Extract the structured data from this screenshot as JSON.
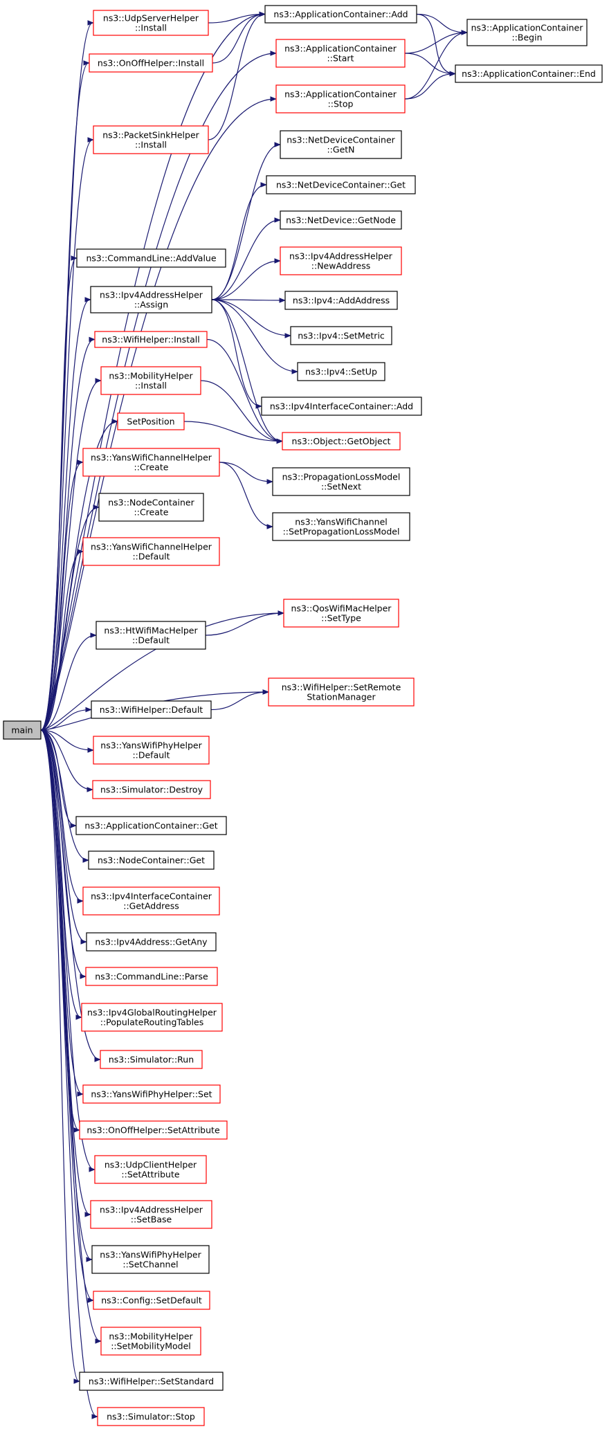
{
  "diagram": {
    "kind": "call graph",
    "colors": {
      "edge": "#191970",
      "box_border_black": "#000000",
      "box_border_red": "#ff0000",
      "root_fill": "#bfbfbf",
      "box_fill": "#ffffff"
    },
    "nodes": [
      {
        "id": "main",
        "lines": [
          "main"
        ],
        "border": "root"
      },
      {
        "id": "udpserver_install",
        "lines": [
          "ns3::UdpServerHelper",
          "::Install"
        ],
        "border": "red"
      },
      {
        "id": "onoff_install",
        "lines": [
          "ns3::OnOffHelper::Install"
        ],
        "border": "red"
      },
      {
        "id": "packetsink_install",
        "lines": [
          "ns3::PacketSinkHelper",
          "::Install"
        ],
        "border": "red"
      },
      {
        "id": "cmdline_addvalue",
        "lines": [
          "ns3::CommandLine::AddValue"
        ],
        "border": "black"
      },
      {
        "id": "ipv4addr_assign",
        "lines": [
          "ns3::Ipv4AddressHelper",
          "::Assign"
        ],
        "border": "black"
      },
      {
        "id": "wifihelper_install",
        "lines": [
          "ns3::WifiHelper::Install"
        ],
        "border": "red"
      },
      {
        "id": "mobility_install",
        "lines": [
          "ns3::MobilityHelper",
          "::Install"
        ],
        "border": "red"
      },
      {
        "id": "setposition",
        "lines": [
          "SetPosition"
        ],
        "border": "red"
      },
      {
        "id": "yanschan_create",
        "lines": [
          "ns3::YansWifiChannelHelper",
          "::Create"
        ],
        "border": "red"
      },
      {
        "id": "nodecont_create",
        "lines": [
          "ns3::NodeContainer",
          "::Create"
        ],
        "border": "black"
      },
      {
        "id": "yanschan_default",
        "lines": [
          "ns3::YansWifiChannelHelper",
          "::Default"
        ],
        "border": "red"
      },
      {
        "id": "htmac_default",
        "lines": [
          "ns3::HtWifiMacHelper",
          "::Default"
        ],
        "border": "black"
      },
      {
        "id": "wifihelper_default",
        "lines": [
          "ns3::WifiHelper::Default"
        ],
        "border": "black"
      },
      {
        "id": "yansphy_default",
        "lines": [
          "ns3::YansWifiPhyHelper",
          "::Default"
        ],
        "border": "red"
      },
      {
        "id": "sim_destroy",
        "lines": [
          "ns3::Simulator::Destroy"
        ],
        "border": "red"
      },
      {
        "id": "appcont_get",
        "lines": [
          "ns3::ApplicationContainer::Get"
        ],
        "border": "black"
      },
      {
        "id": "nodecont_get",
        "lines": [
          "ns3::NodeContainer::Get"
        ],
        "border": "black"
      },
      {
        "id": "ipv4ic_getaddress",
        "lines": [
          "ns3::Ipv4InterfaceContainer",
          "::GetAddress"
        ],
        "border": "red"
      },
      {
        "id": "ipv4addr_getany",
        "lines": [
          "ns3::Ipv4Address::GetAny"
        ],
        "border": "black"
      },
      {
        "id": "cmdline_parse",
        "lines": [
          "ns3::CommandLine::Parse"
        ],
        "border": "red"
      },
      {
        "id": "ipv4grh_populate",
        "lines": [
          "ns3::Ipv4GlobalRoutingHelper",
          "::PopulateRoutingTables"
        ],
        "border": "red"
      },
      {
        "id": "sim_run",
        "lines": [
          "ns3::Simulator::Run"
        ],
        "border": "red"
      },
      {
        "id": "yansphy_set",
        "lines": [
          "ns3::YansWifiPhyHelper::Set"
        ],
        "border": "red"
      },
      {
        "id": "onoff_setattr",
        "lines": [
          "ns3::OnOffHelper::SetAttribute"
        ],
        "border": "red"
      },
      {
        "id": "udpclient_setattr",
        "lines": [
          "ns3::UdpClientHelper",
          "::SetAttribute"
        ],
        "border": "red"
      },
      {
        "id": "ipv4addr_setbase",
        "lines": [
          "ns3::Ipv4AddressHelper",
          "::SetBase"
        ],
        "border": "red"
      },
      {
        "id": "yansphy_setchannel",
        "lines": [
          "ns3::YansWifiPhyHelper",
          "::SetChannel"
        ],
        "border": "black"
      },
      {
        "id": "config_setdefault",
        "lines": [
          "ns3::Config::SetDefault"
        ],
        "border": "red"
      },
      {
        "id": "mobility_setmodel",
        "lines": [
          "ns3::MobilityHelper",
          "::SetMobilityModel"
        ],
        "border": "red"
      },
      {
        "id": "wifihelper_setstandard",
        "lines": [
          "ns3::WifiHelper::SetStandard"
        ],
        "border": "black"
      },
      {
        "id": "sim_stop",
        "lines": [
          "ns3::Simulator::Stop"
        ],
        "border": "red"
      },
      {
        "id": "appcont_add",
        "lines": [
          "ns3::ApplicationContainer::Add"
        ],
        "border": "black"
      },
      {
        "id": "appcont_start",
        "lines": [
          "ns3::ApplicationContainer",
          "::Start"
        ],
        "border": "red"
      },
      {
        "id": "appcont_stop",
        "lines": [
          "ns3::ApplicationContainer",
          "::Stop"
        ],
        "border": "red"
      },
      {
        "id": "netdevcont_getn",
        "lines": [
          "ns3::NetDeviceContainer",
          "::GetN"
        ],
        "border": "black"
      },
      {
        "id": "netdevcont_get",
        "lines": [
          "ns3::NetDeviceContainer::Get"
        ],
        "border": "black"
      },
      {
        "id": "netdev_getnode",
        "lines": [
          "ns3::NetDevice::GetNode"
        ],
        "border": "black"
      },
      {
        "id": "ipv4addr_newaddress",
        "lines": [
          "ns3::Ipv4AddressHelper",
          "::NewAddress"
        ],
        "border": "red"
      },
      {
        "id": "ipv4_addaddress",
        "lines": [
          "ns3::Ipv4::AddAddress"
        ],
        "border": "black"
      },
      {
        "id": "ipv4_setmetric",
        "lines": [
          "ns3::Ipv4::SetMetric"
        ],
        "border": "black"
      },
      {
        "id": "ipv4_setup",
        "lines": [
          "ns3::Ipv4::SetUp"
        ],
        "border": "black"
      },
      {
        "id": "ipv4ic_add",
        "lines": [
          "ns3::Ipv4InterfaceContainer::Add"
        ],
        "border": "black"
      },
      {
        "id": "object_getobject",
        "lines": [
          "ns3::Object::GetObject"
        ],
        "border": "red"
      },
      {
        "id": "proploss_setnext",
        "lines": [
          "ns3::PropagationLossModel",
          "::SetNext"
        ],
        "border": "black"
      },
      {
        "id": "yanschannel_setploss",
        "lines": [
          "ns3::YansWifiChannel",
          "::SetPropagationLossModel"
        ],
        "border": "black"
      },
      {
        "id": "qosmac_settype",
        "lines": [
          "ns3::QosWifiMacHelper",
          "::SetType"
        ],
        "border": "red"
      },
      {
        "id": "wifihelper_setremote",
        "lines": [
          "ns3::WifiHelper::SetRemote",
          "StationManager"
        ],
        "border": "red"
      },
      {
        "id": "appcont_begin",
        "lines": [
          "ns3::ApplicationContainer",
          "::Begin"
        ],
        "border": "black"
      },
      {
        "id": "appcont_end",
        "lines": [
          "ns3::ApplicationContainer::End"
        ],
        "border": "black"
      }
    ],
    "edges": [
      [
        "main",
        "udpserver_install"
      ],
      [
        "main",
        "onoff_install"
      ],
      [
        "main",
        "appcont_add"
      ],
      [
        "main",
        "packetsink_install"
      ],
      [
        "main",
        "appcont_start"
      ],
      [
        "main",
        "appcont_stop"
      ],
      [
        "main",
        "cmdline_addvalue"
      ],
      [
        "main",
        "ipv4addr_assign"
      ],
      [
        "main",
        "wifihelper_install"
      ],
      [
        "main",
        "mobility_install"
      ],
      [
        "main",
        "setposition"
      ],
      [
        "main",
        "yanschan_create"
      ],
      [
        "main",
        "nodecont_create"
      ],
      [
        "main",
        "yanschan_default"
      ],
      [
        "main",
        "qosmac_settype"
      ],
      [
        "main",
        "htmac_default"
      ],
      [
        "main",
        "wifihelper_setremote"
      ],
      [
        "main",
        "wifihelper_default"
      ],
      [
        "main",
        "yansphy_default"
      ],
      [
        "main",
        "sim_destroy"
      ],
      [
        "main",
        "appcont_get"
      ],
      [
        "main",
        "nodecont_get"
      ],
      [
        "main",
        "ipv4ic_getaddress"
      ],
      [
        "main",
        "ipv4addr_getany"
      ],
      [
        "main",
        "cmdline_parse"
      ],
      [
        "main",
        "ipv4grh_populate"
      ],
      [
        "main",
        "sim_run"
      ],
      [
        "main",
        "yansphy_set"
      ],
      [
        "main",
        "onoff_setattr"
      ],
      [
        "main",
        "udpclient_setattr"
      ],
      [
        "main",
        "ipv4addr_setbase"
      ],
      [
        "main",
        "yansphy_setchannel"
      ],
      [
        "main",
        "config_setdefault"
      ],
      [
        "main",
        "mobility_setmodel"
      ],
      [
        "main",
        "wifihelper_setstandard"
      ],
      [
        "main",
        "sim_stop"
      ],
      [
        "udpserver_install",
        "appcont_add"
      ],
      [
        "onoff_install",
        "appcont_add"
      ],
      [
        "packetsink_install",
        "appcont_add"
      ],
      [
        "appcont_add",
        "appcont_begin"
      ],
      [
        "appcont_add",
        "appcont_end"
      ],
      [
        "appcont_start",
        "appcont_begin"
      ],
      [
        "appcont_start",
        "appcont_end"
      ],
      [
        "appcont_stop",
        "appcont_begin"
      ],
      [
        "appcont_stop",
        "appcont_end"
      ],
      [
        "ipv4addr_assign",
        "netdevcont_getn"
      ],
      [
        "ipv4addr_assign",
        "netdevcont_get"
      ],
      [
        "ipv4addr_assign",
        "netdev_getnode"
      ],
      [
        "ipv4addr_assign",
        "ipv4addr_newaddress"
      ],
      [
        "ipv4addr_assign",
        "ipv4_addaddress"
      ],
      [
        "ipv4addr_assign",
        "ipv4_setmetric"
      ],
      [
        "ipv4addr_assign",
        "ipv4_setup"
      ],
      [
        "ipv4addr_assign",
        "ipv4ic_add"
      ],
      [
        "ipv4addr_assign",
        "object_getobject"
      ],
      [
        "wifihelper_install",
        "object_getobject"
      ],
      [
        "mobility_install",
        "object_getobject"
      ],
      [
        "setposition",
        "object_getobject"
      ],
      [
        "yanschan_create",
        "proploss_setnext"
      ],
      [
        "yanschan_create",
        "yanschannel_setploss"
      ],
      [
        "htmac_default",
        "qosmac_settype"
      ],
      [
        "wifihelper_default",
        "wifihelper_setremote"
      ]
    ]
  }
}
